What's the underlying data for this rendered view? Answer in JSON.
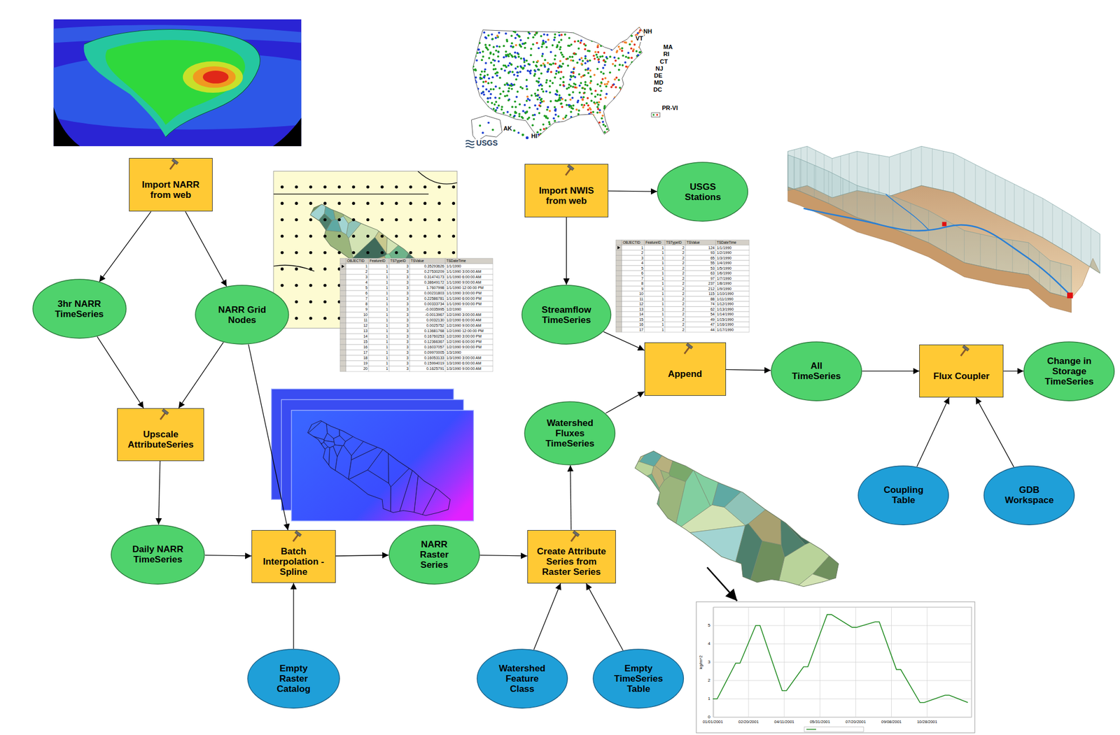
{
  "diagram": {
    "nodes": [
      {
        "text": [
          "Import NARR from web"
        ]
      },
      {
        "text": [
          "Import NWIS from web"
        ]
      },
      {
        "text": [
          "USGS Stations"
        ]
      },
      {
        "text": [
          "3hr NARR TimeSeries"
        ]
      },
      {
        "text": [
          "NARR Grid Nodes"
        ]
      },
      {
        "text": [
          "Streamflow TimeSeries"
        ]
      },
      {
        "text": [
          "Append"
        ]
      },
      {
        "text": [
          "All TimeSeries"
        ]
      },
      {
        "text": [
          "Flux Coupler"
        ]
      },
      {
        "text": [
          "Change in Storage TimeSeries"
        ]
      },
      {
        "text": [
          "Upscale AttributeSeries"
        ]
      },
      {
        "text": [
          "Watershed Fluxes TimeSeries"
        ]
      },
      {
        "text": [
          "Coupling Table"
        ]
      },
      {
        "text": [
          "GDB Workspace"
        ]
      },
      {
        "text": [
          "Daily NARR TimeSeries"
        ]
      },
      {
        "text": [
          "Batch Interpolation - Spline"
        ]
      },
      {
        "text": [
          "NARR Raster Series"
        ]
      },
      {
        "text": [
          "Create Attribute Series from Raster Series"
        ]
      },
      {
        "text": [
          "Empty Raster Catalog"
        ]
      },
      {
        "text": [
          "Watershed Feature Class"
        ]
      },
      {
        "text": [
          "Empty TimeSeries Table"
        ]
      }
    ],
    "edges": [
      {
        "from": 0,
        "to": 3,
        "arrow": "to"
      },
      {
        "from": 0,
        "to": 4,
        "arrow": "to"
      },
      {
        "from": 3,
        "to": 10,
        "arrow": "to"
      },
      {
        "from": 4,
        "to": 10,
        "arrow": "to"
      },
      {
        "from": 4,
        "to": 15,
        "arrow": "to"
      },
      {
        "from": 10,
        "to": 14,
        "arrow": "to"
      },
      {
        "from": 14,
        "to": 15,
        "arrow": "to"
      },
      {
        "from": 18,
        "to": 15,
        "arrow": "to"
      },
      {
        "from": 15,
        "to": 16,
        "arrow": "to"
      },
      {
        "from": 16,
        "to": 17,
        "arrow": "to"
      },
      {
        "from": 19,
        "to": 17,
        "arrow": "to"
      },
      {
        "from": 20,
        "to": 17,
        "arrow": "to"
      },
      {
        "from": 17,
        "to": 11,
        "arrow": "to"
      },
      {
        "from": 11,
        "to": 6,
        "arrow": "to"
      },
      {
        "from": 5,
        "to": 6,
        "arrow": "to"
      },
      {
        "from": 1,
        "to": 2,
        "arrow": "to"
      },
      {
        "from": 1,
        "to": 5,
        "arrow": "to"
      },
      {
        "from": 6,
        "to": 7,
        "arrow": "to"
      },
      {
        "from": 7,
        "to": 8,
        "arrow": "to"
      },
      {
        "from": 12,
        "to": 8,
        "arrow": "to"
      },
      {
        "from": 13,
        "to": 8,
        "arrow": "to"
      },
      {
        "from": 8,
        "to": 9,
        "arrow": "to"
      }
    ],
    "labels": [
      "NH",
      "VT",
      "MA",
      "RI",
      "CT",
      "NJ",
      "DE",
      "MD",
      "DC",
      "PR-VI",
      "AK",
      "HI",
      "USGS",
      "OBJECTID",
      "FeatureID",
      "TSTypeID",
      "TSValue",
      "TSDateTime",
      "1",
      "1",
      "3",
      "0.35293626",
      "1/1/1990",
      "2",
      "1",
      "3",
      "0.27530209",
      "1/1/1990 3:00:00 AM",
      "3",
      "1",
      "3",
      "0.31474173",
      "1/1/1990 6:00:00 AM",
      "4",
      "1",
      "3",
      "0.38649172",
      "1/1/1990 9:00:00 AM",
      "5",
      "1",
      "3",
      "1.7607998",
      "1/1/1990 12:00:00 PM",
      "6",
      "1",
      "3",
      "0.00231803",
      "1/1/1990 3:00:00 PM",
      "7",
      "1",
      "3",
      "0.22586781",
      "1/1/1990 6:00:00 PM",
      "8",
      "1",
      "3",
      "0.00333734",
      "1/1/1990 9:00:00 PM",
      "9",
      "1",
      "3",
      "-0.0035995",
      "1/2/1990",
      "10",
      "1",
      "3",
      "-0.0013967",
      "1/2/1990 3:00:00 AM",
      "11",
      "1",
      "3",
      "0.0032130",
      "1/2/1990 6:00:00 AM",
      "12",
      "1",
      "3",
      "0.0025752",
      "1/2/1990 9:00:00 AM",
      "13",
      "1",
      "3",
      "0.13681768",
      "1/2/1990 12:00:00 PM",
      "14",
      "1",
      "3",
      "0.16760253",
      "1/2/1990 3:00:00 PM",
      "15",
      "1",
      "3",
      "0.12366367",
      "1/2/1990 6:00:00 PM",
      "16",
      "1",
      "3",
      "0.16037057",
      "1/2/1990 9:00:00 PM",
      "17",
      "1",
      "3",
      "0.09970005",
      "1/3/1990",
      "18",
      "1",
      "3",
      "0.16053133",
      "1/3/1990 3:00:00 AM",
      "19",
      "1",
      "3",
      "0.15994019",
      "1/3/1990 6:00:00 AM",
      "20",
      "1",
      "3",
      "0.1625791",
      "1/3/1990 9:00:00 AM",
      "OBJECTID",
      "FeatureID",
      "TSTypeID",
      "TSValue",
      "TSDateTime",
      "1",
      "1",
      "2",
      "124",
      "1/1/1990",
      "2",
      "1",
      "2",
      "93",
      "1/2/1990",
      "3",
      "1",
      "2",
      "65",
      "1/3/1990",
      "4",
      "1",
      "2",
      "55",
      "1/4/1990",
      "5",
      "1",
      "2",
      "53",
      "1/5/1990",
      "6",
      "1",
      "2",
      "63",
      "1/6/1990",
      "7",
      "1",
      "2",
      "97",
      "1/7/1990",
      "8",
      "1",
      "2",
      "237",
      "1/8/1990",
      "9",
      "1",
      "2",
      "212",
      "1/9/1990",
      "10",
      "1",
      "2",
      "115",
      "1/10/1990",
      "11",
      "1",
      "2",
      "88",
      "1/11/1990",
      "12",
      "1",
      "2",
      "74",
      "1/12/1990",
      "13",
      "1",
      "2",
      "62",
      "1/13/1990",
      "14",
      "1",
      "2",
      "54",
      "1/14/1990",
      "15",
      "1",
      "2",
      "49",
      "1/15/1990",
      "16",
      "1",
      "2",
      "47",
      "1/16/1990",
      "17",
      "1",
      "2",
      "44",
      "1/17/1990",
      "kg/m^2",
      "0",
      "1",
      "2",
      "3",
      "4",
      "5",
      "01/01/2001",
      "02/20/2001",
      "04/11/2001",
      "05/31/2001",
      "07/20/2001",
      "09/08/2001",
      "10/28/2001"
    ]
  }
}
